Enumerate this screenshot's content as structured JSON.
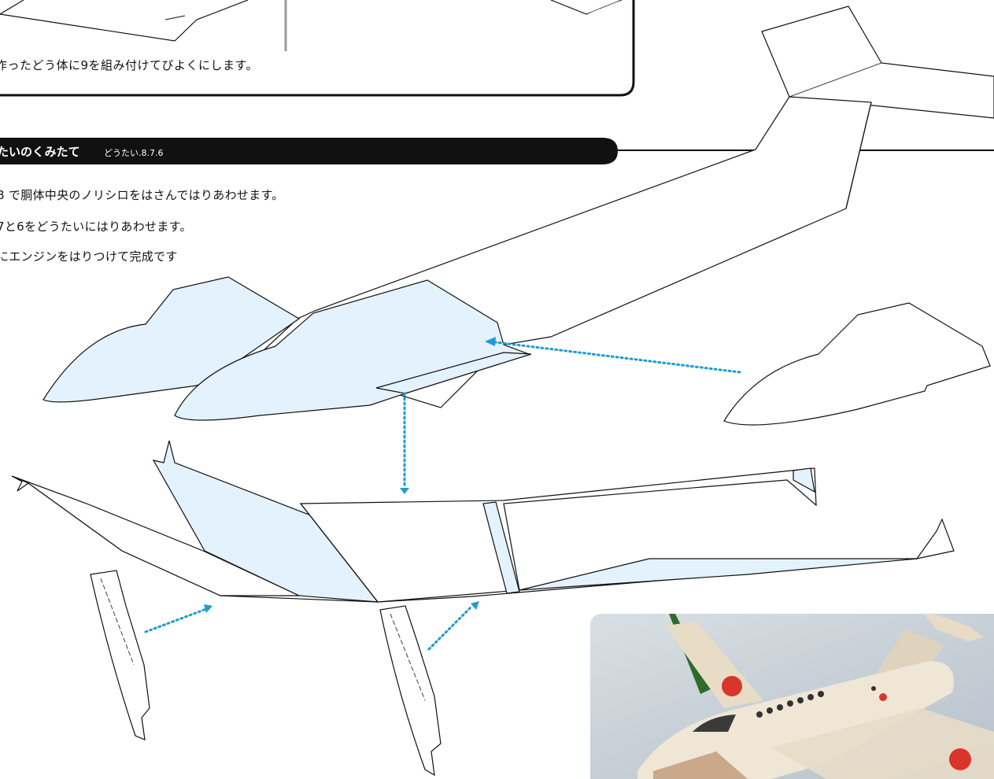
{
  "top_note": "作ったどう体に9を組み付けてびよくにします。",
  "section": {
    "title": "たいのくみたて",
    "parts": "どうたい.8.7.6"
  },
  "steps": [
    "8 で胴体中央のノリシロをはさんではりあわせます。",
    "7と6をどうたいにはりあわせます。",
    "にエンジンをはりつけて完成です"
  ],
  "colors": {
    "panel_fill": "#e3f2fc",
    "arrow": "#1e9ad6",
    "banner": "#111111",
    "roundel": "#d9352c"
  }
}
